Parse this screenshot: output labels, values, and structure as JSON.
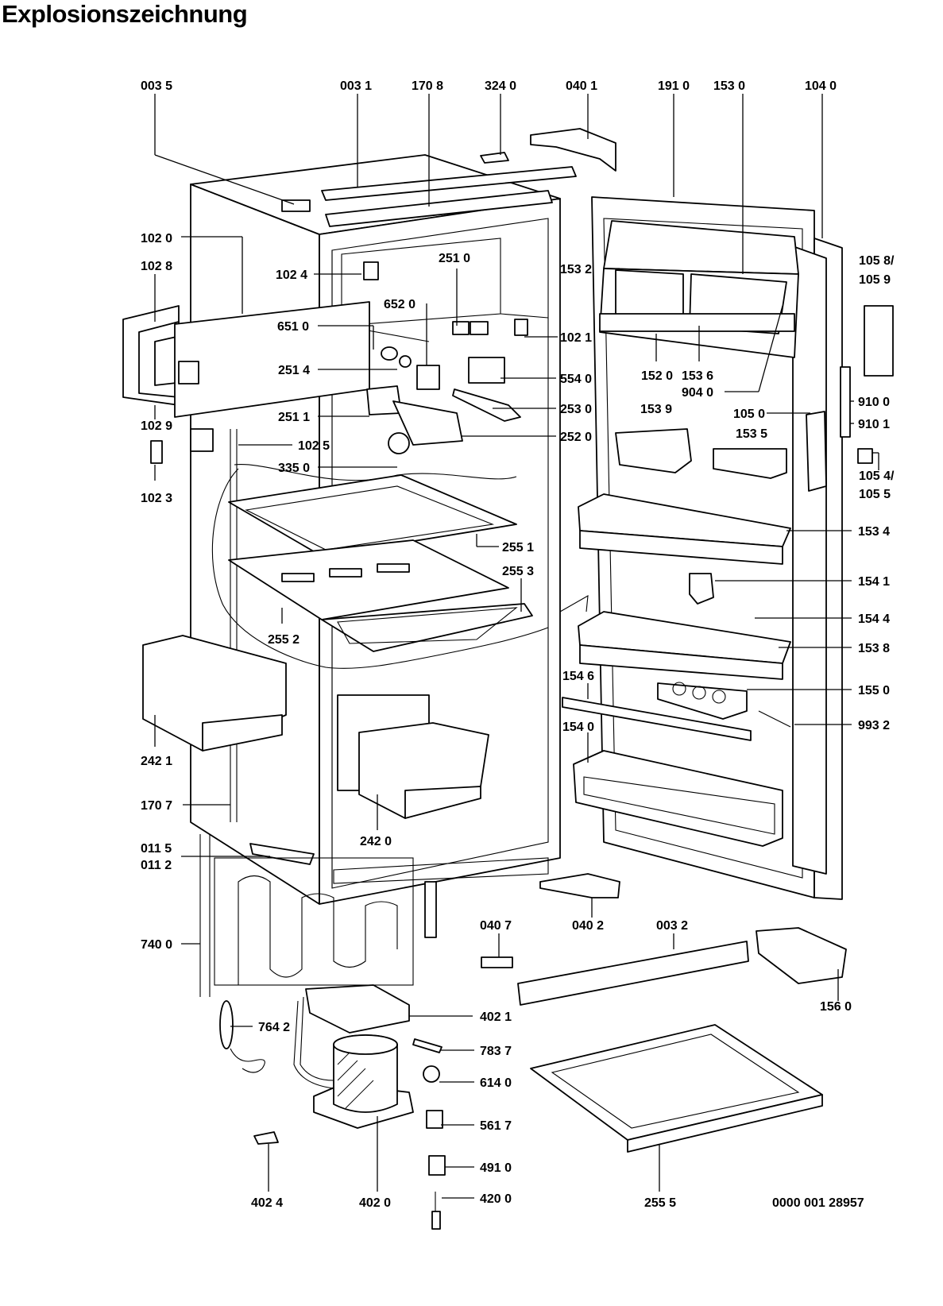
{
  "title": "Explosionszeichnung",
  "drawing_number": "0000 001 28957",
  "labels": [
    "003 5",
    "003 1",
    "170 8",
    "324 0",
    "040 1",
    "191 0",
    "153 0",
    "104 0",
    "102 0",
    "102 8",
    "102 4",
    "251 0",
    "153 2",
    "105 8/",
    "105 9",
    "652 0",
    "651 0",
    "102 1",
    "251 4",
    "554 0",
    "152 0",
    "153 6",
    "904 0",
    "910 0",
    "910 1",
    "253 0",
    "153 9",
    "105 0",
    "102 9",
    "251 1",
    "153 5",
    "252 0",
    "102 5",
    "335 0",
    "105 4/",
    "105 5",
    "102 3",
    "255 1",
    "153 4",
    "255 3",
    "154 1",
    "154 4",
    "255 2",
    "153 8",
    "154 6",
    "155 0",
    "993 2",
    "154 0",
    "242 1",
    "170 7",
    "242 0",
    "011 5",
    "011 2",
    "040 7",
    "040 2",
    "003 2",
    "740 0",
    "156 0",
    "402 1",
    "764 2",
    "783 7",
    "614 0",
    "561 7",
    "491 0",
    "402 4",
    "402 0",
    "420 0",
    "255 5"
  ]
}
